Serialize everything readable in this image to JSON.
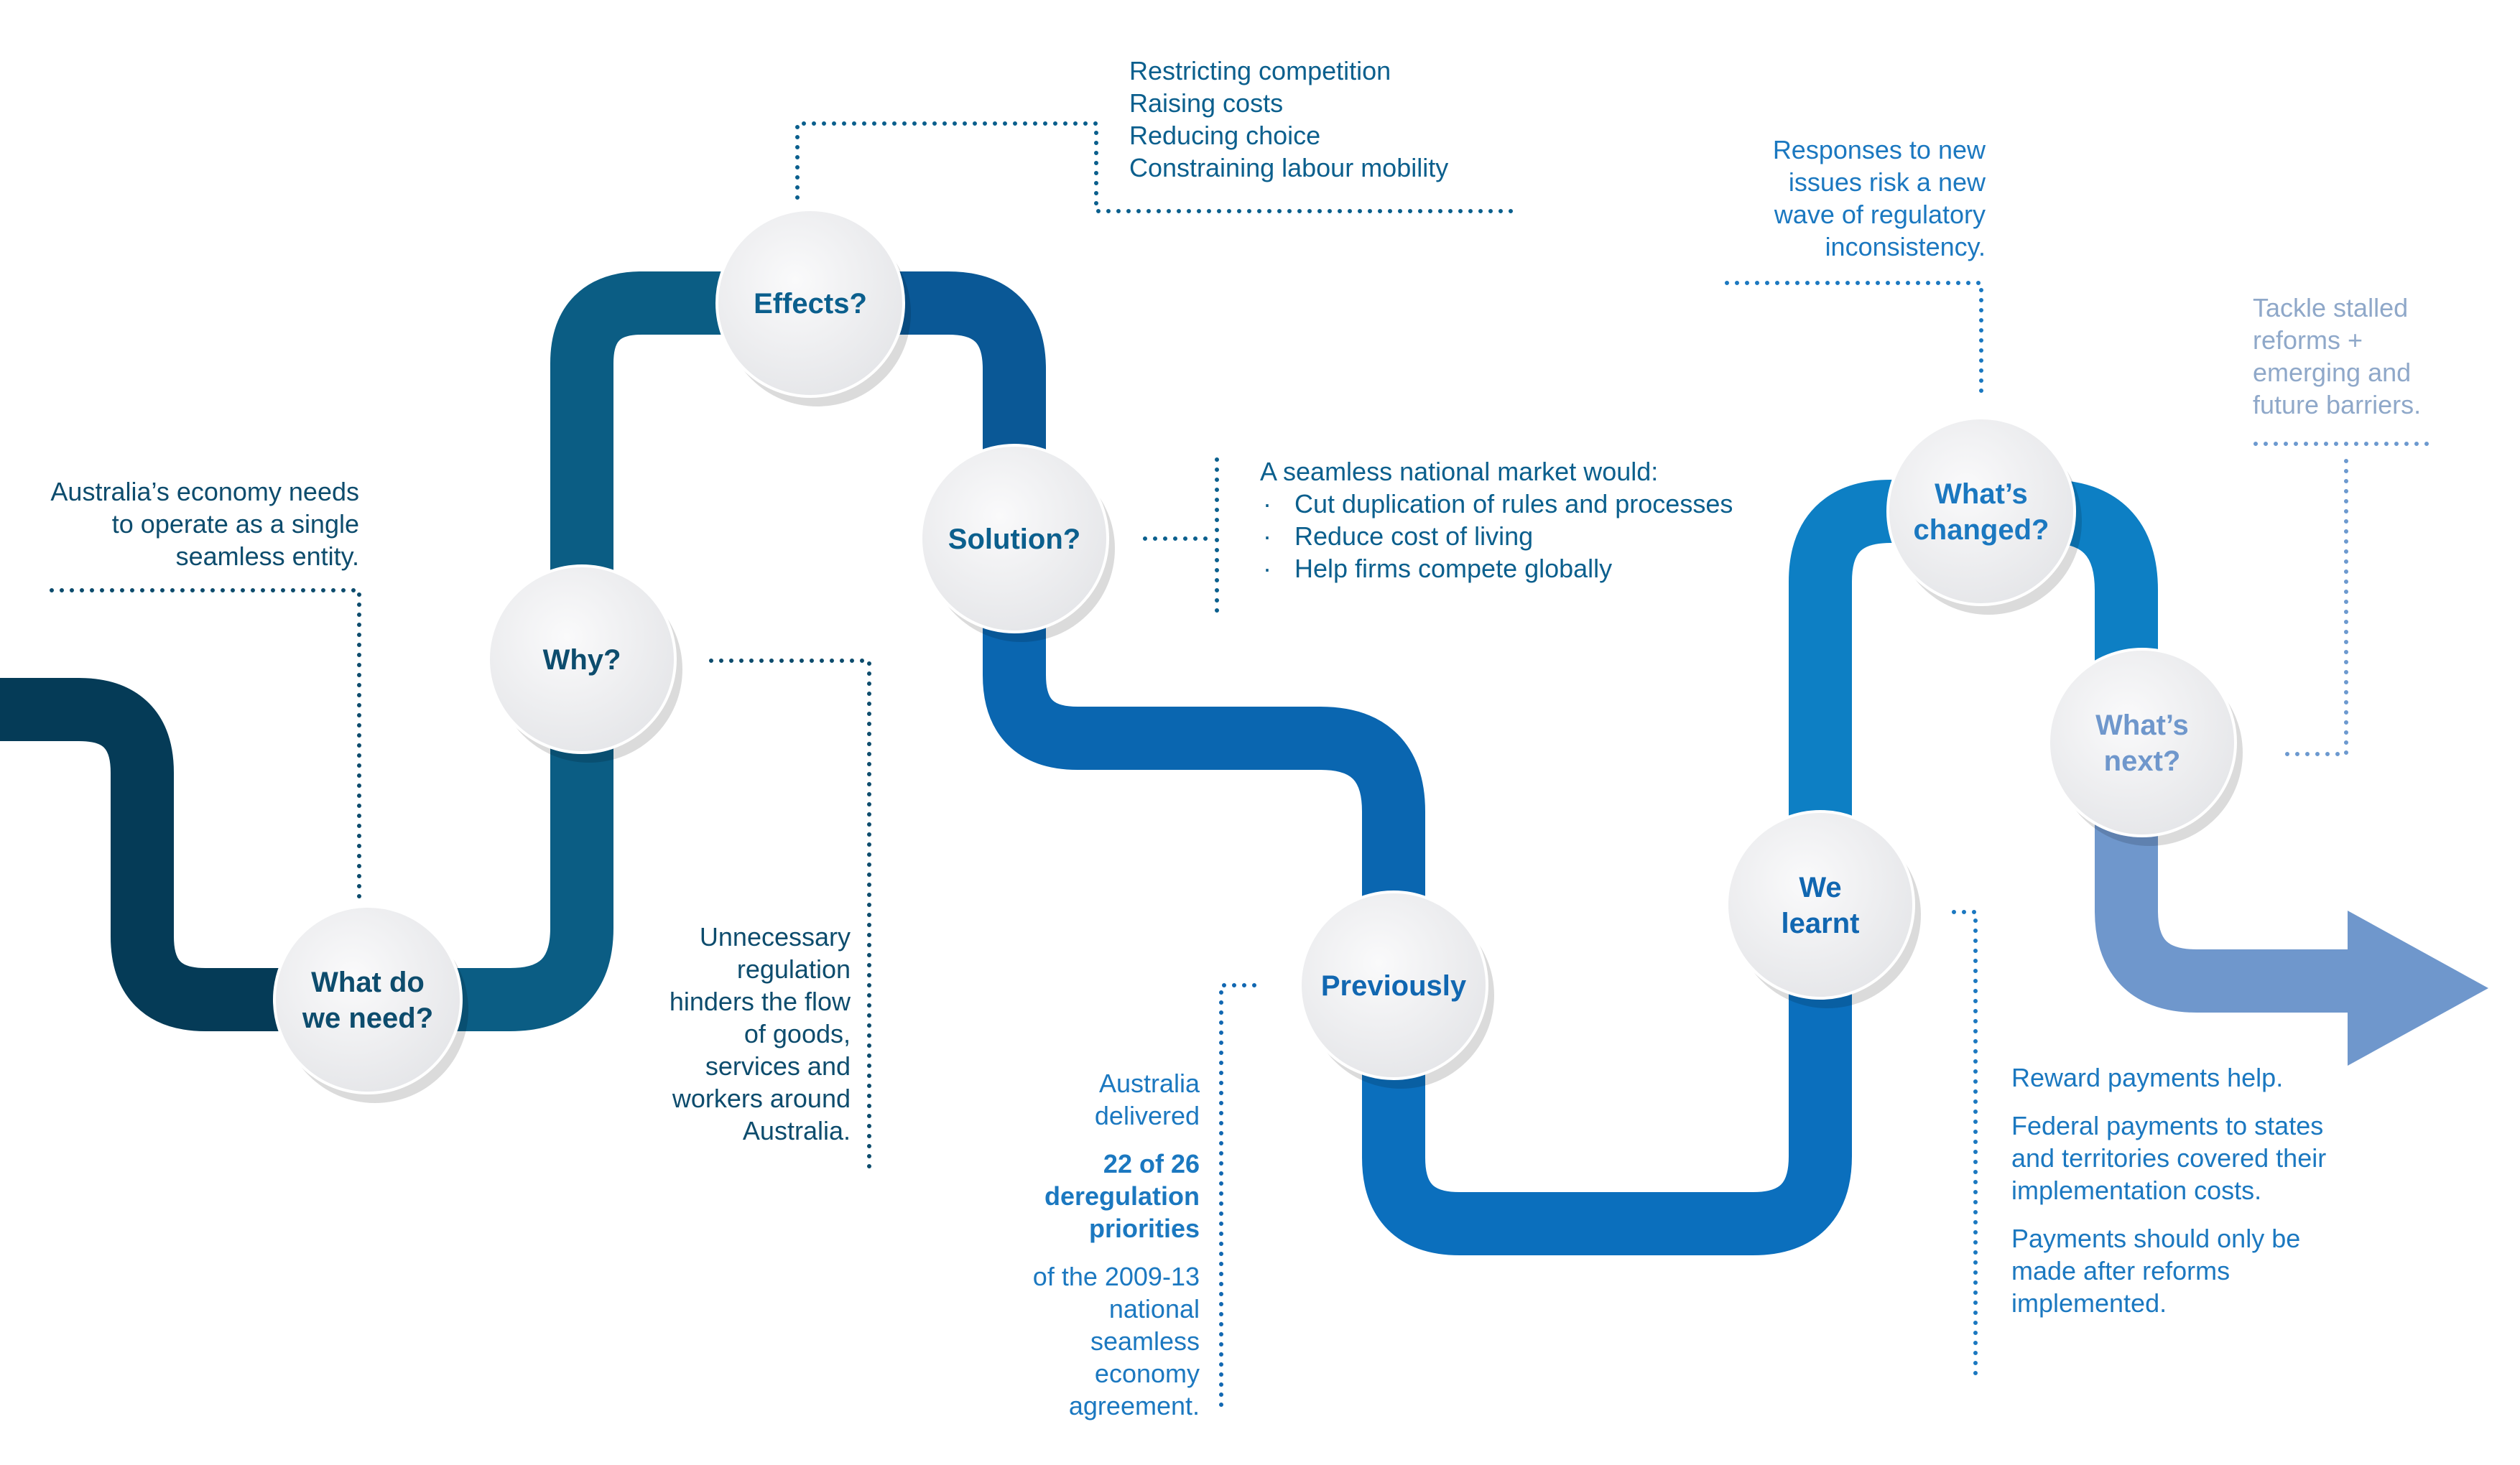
{
  "colors": {
    "path_dark": "#053b57",
    "path_teal": "#0b5d84",
    "path_blue": "#0a66b0",
    "path_bright": "#0d7fc4",
    "path_light": "#6f97cc",
    "text_dark": "#0d4c6d",
    "text_blue": "#1b78c0",
    "circle_fill": "#efeff1"
  },
  "nodes": [
    {
      "label_lines": [
        "What do",
        "we need?"
      ],
      "color": "#0d4c6d"
    },
    {
      "label_lines": [
        "Why?"
      ],
      "color": "#0d4c6d"
    },
    {
      "label_lines": [
        "Effects?"
      ],
      "color": "#0b5f8d"
    },
    {
      "label_lines": [
        "Solution?"
      ],
      "color": "#0b5f8d"
    },
    {
      "label_lines": [
        "Previously"
      ],
      "color": "#1167b1"
    },
    {
      "label_lines": [
        "We",
        "learnt"
      ],
      "color": "#1167b1"
    },
    {
      "label_lines": [
        "What’s",
        "changed?"
      ],
      "color": "#1b78c0"
    },
    {
      "label_lines": [
        "What’s",
        "next?"
      ],
      "color": "#6f97cc"
    }
  ],
  "notes": {
    "what_we_need": "Australia’s economy needs to operate as a single seamless entity.",
    "why": "Unnecessary regulation hinders the flow of goods, services and workers around Australia.",
    "effects": [
      "Restricting competition",
      "Raising costs",
      "Reducing choice",
      "Constraining labour mobility"
    ],
    "solution_intro": "A seamless national market would:",
    "solution_bullets": [
      "Cut duplication of rules and processes",
      "Reduce cost of living",
      "Help firms compete globally"
    ],
    "previously_lead": "Australia delivered",
    "previously_highlight": "22 of 26 deregulation priorities",
    "previously_tail": "of the 2009-13 national seamless economy agreement.",
    "we_learnt": [
      "Reward payments help.",
      "Federal payments to states and territories covered their implementation costs.",
      "Payments should only be made after reforms implemented."
    ],
    "whats_changed": "Responses to new issues risk a new wave of regulatory inconsistency.",
    "whats_next": "Tackle stalled reforms + emerging and future barriers."
  }
}
